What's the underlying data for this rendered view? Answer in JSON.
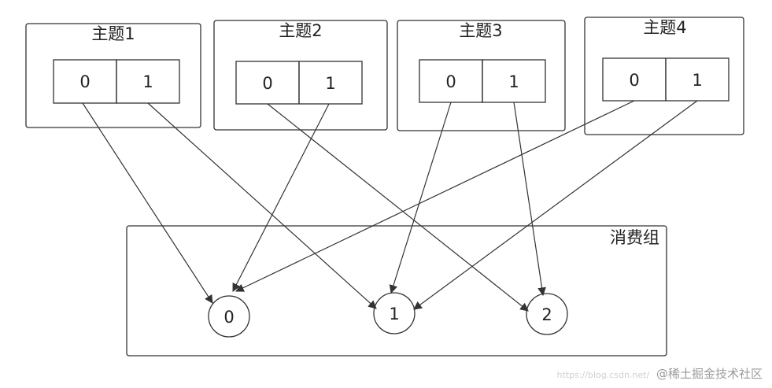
{
  "topics": [
    {
      "name": "主题1",
      "partitions": [
        "0",
        "1"
      ]
    },
    {
      "name": "主题2",
      "partitions": [
        "0",
        "1"
      ]
    },
    {
      "name": "主题3",
      "partitions": [
        "0",
        "1"
      ]
    },
    {
      "name": "主题4",
      "partitions": [
        "0",
        "1"
      ]
    }
  ],
  "consumer_group": {
    "label": "消费组",
    "consumers": [
      "0",
      "1",
      "2"
    ]
  },
  "assignments": [
    {
      "topic": 0,
      "partition": 0,
      "consumer": 0
    },
    {
      "topic": 0,
      "partition": 1,
      "consumer": 1
    },
    {
      "topic": 1,
      "partition": 0,
      "consumer": 2
    },
    {
      "topic": 1,
      "partition": 1,
      "consumer": 0
    },
    {
      "topic": 2,
      "partition": 0,
      "consumer": 1
    },
    {
      "topic": 2,
      "partition": 1,
      "consumer": 2
    },
    {
      "topic": 3,
      "partition": 0,
      "consumer": 0
    },
    {
      "topic": 3,
      "partition": 1,
      "consumer": 1
    }
  ],
  "watermark": {
    "faint": "https://blog.csdn.net/",
    "text": "@稀土掘金技术社区"
  },
  "colors": {
    "stroke": "#333333",
    "background": "#ffffff"
  }
}
